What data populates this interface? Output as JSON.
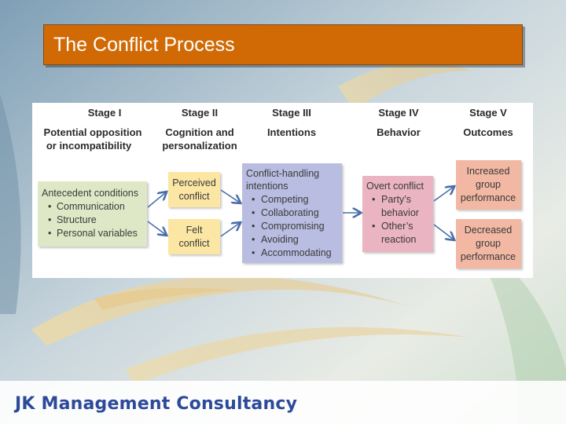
{
  "slide": {
    "title": "The Conflict Process",
    "footer": "JK Management Consultancy"
  },
  "colors": {
    "title_bar": "#d16a05",
    "antecedent_box": "#dfe8c6",
    "stage2_box": "#fbe6a3",
    "stage3_box": "#b9bde1",
    "stage4_box": "#eab4c2",
    "stage5_box": "#f2b8a3",
    "arrow": "#4a6ea8",
    "footer_text": "#2d4a9a"
  },
  "diagram": {
    "stages": [
      {
        "label": "Stage I",
        "name_lines": [
          "Potential opposition",
          "or incompatibility"
        ]
      },
      {
        "label": "Stage II",
        "name_lines": [
          "Cognition and",
          "personalization"
        ]
      },
      {
        "label": "Stage III",
        "name_lines": [
          "Intentions"
        ]
      },
      {
        "label": "Stage IV",
        "name_lines": [
          "Behavior"
        ]
      },
      {
        "label": "Stage V",
        "name_lines": [
          "Outcomes"
        ]
      }
    ],
    "antecedent": {
      "title": "Antecedent conditions",
      "items": [
        "Communication",
        "Structure",
        "Personal variables"
      ]
    },
    "perceived": [
      "Perceived",
      "conflict"
    ],
    "felt": [
      "Felt",
      "conflict"
    ],
    "intentions": {
      "title_lines": [
        "Conflict-handling",
        "intentions"
      ],
      "items": [
        "Competing",
        "Collaborating",
        "Compromising",
        "Avoiding",
        "Accommodating"
      ]
    },
    "behavior": {
      "title": "Overt conflict",
      "items": [
        [
          "Party’s",
          "behavior"
        ],
        [
          "Other’s",
          "reaction"
        ]
      ]
    },
    "outcome_increased": [
      "Increased",
      "group",
      "performance"
    ],
    "outcome_decreased": [
      "Decreased",
      "group",
      "performance"
    ]
  }
}
